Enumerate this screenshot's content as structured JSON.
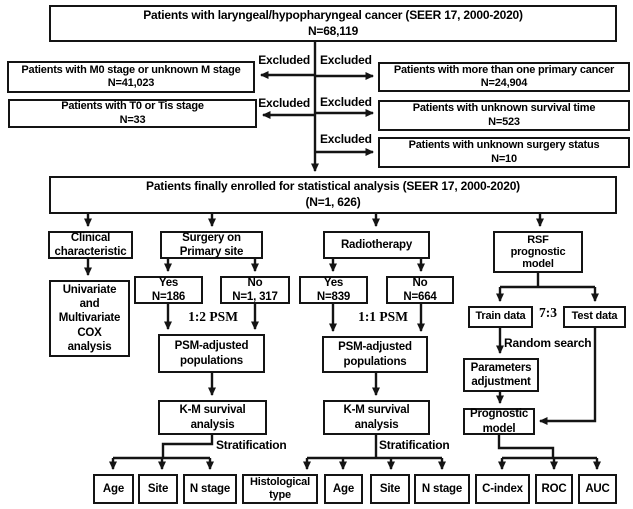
{
  "nodes": {
    "top": {
      "label": "Patients with laryngeal/hypopharyngeal cancer (SEER 17, 2000-2020)\nN=68,119"
    },
    "m0": {
      "label": "Patients with M0 stage or unknown M stage\nN=41,023"
    },
    "t0": {
      "label": "Patients with T0 or Tis stage\nN=33"
    },
    "primary": {
      "label": "Patients with more than one primary cancer\nN=24,904"
    },
    "survival": {
      "label": "Patients with unknown survival time\nN=523"
    },
    "surgstat": {
      "label": "Patients with unknown surgery status\nN=10"
    },
    "enrolled": {
      "label": "Patients finally enrolled for statistical analysis (SEER 17, 2000-2020)\n(N=1, 626)"
    },
    "clinical": {
      "label": "Clinical\ncharacteristic"
    },
    "surgery": {
      "label": "Surgery on\nPrimary site"
    },
    "radio": {
      "label": "Radiotherapy"
    },
    "rsf": {
      "label": "RSF\nprognostic\nmodel"
    },
    "cox": {
      "label": "Univariate\nand\nMultivariate\nCOX\nanalysis"
    },
    "yes1": {
      "label": "Yes\nN=186"
    },
    "no1": {
      "label": "No\nN=1, 317"
    },
    "yes2": {
      "label": "Yes\nN=839"
    },
    "no2": {
      "label": "No\nN=664"
    },
    "psm1": {
      "label": "PSM-adjusted\npopulations"
    },
    "psm2": {
      "label": "PSM-adjusted\npopulations"
    },
    "km1": {
      "label": "K-M survival\nanalysis"
    },
    "km2": {
      "label": "K-M survival\nanalysis"
    },
    "train": {
      "label": "Train data"
    },
    "test": {
      "label": "Test data"
    },
    "params": {
      "label": "Parameters\nadjustment"
    },
    "prog": {
      "label": "Prognostic\nmodel"
    },
    "age1": {
      "label": "Age"
    },
    "site1": {
      "label": "Site"
    },
    "nstage1": {
      "label": "N stage"
    },
    "hist": {
      "label": "Histological\ntype"
    },
    "age2": {
      "label": "Age"
    },
    "site2": {
      "label": "Site"
    },
    "nstage2": {
      "label": "N stage"
    },
    "cindex": {
      "label": "C-index"
    },
    "roc": {
      "label": "ROC"
    },
    "auc": {
      "label": "AUC"
    }
  },
  "labels": {
    "excluded": "Excluded",
    "psm_1to2": "1:2 PSM",
    "psm_1to1": "1:1 PSM",
    "ratio": "7:3",
    "random_search": "Random search",
    "stratification": "Stratification"
  },
  "colors": {
    "line": "#141414",
    "border": "#141414",
    "text": "#000000",
    "background": "#ffffff"
  }
}
